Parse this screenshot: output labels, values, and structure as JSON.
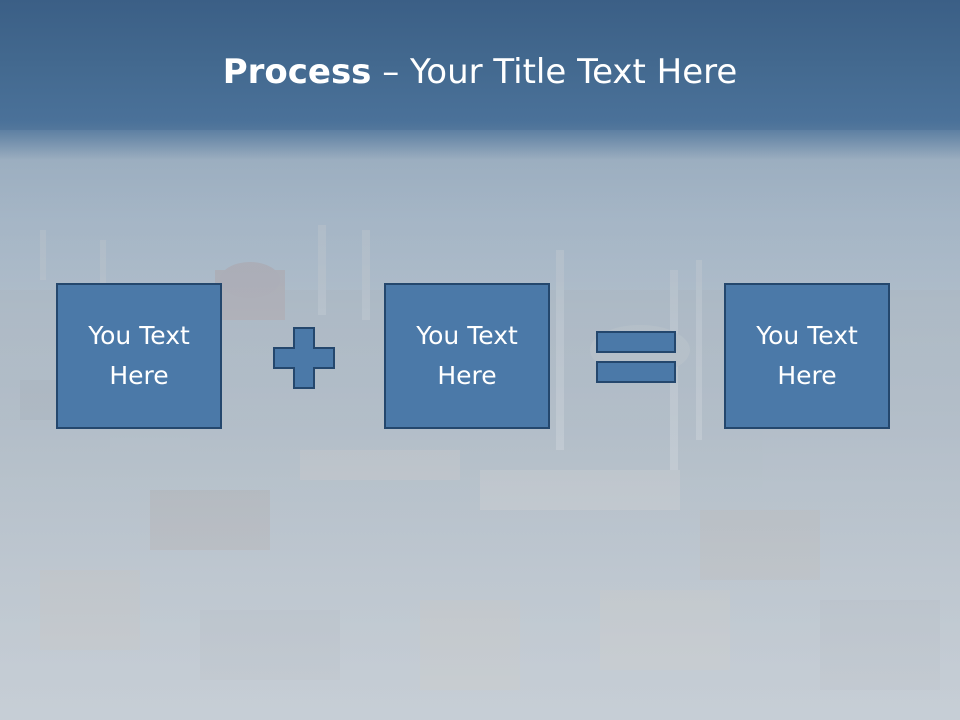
{
  "slide": {
    "title_bold": "Process",
    "title_rest": " – Your Title Text Here",
    "boxes": [
      {
        "text": "You Text\nHere"
      },
      {
        "text": "You Text\nHere"
      },
      {
        "text": "You Text\nHere"
      }
    ],
    "operators": [
      "plus-icon",
      "equals-icon"
    ],
    "colors": {
      "box_fill": "#4b79a8",
      "box_border": "#24476d",
      "header": "#43698f",
      "text": "#ffffff"
    }
  }
}
